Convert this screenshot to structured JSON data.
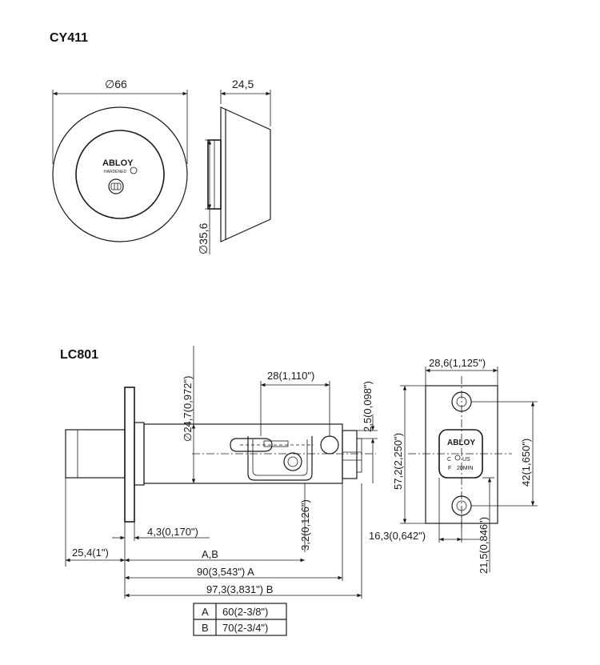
{
  "cy411": {
    "title": "CY411",
    "dim_diameter": "∅66",
    "dim_depth": "24,5",
    "dim_inner_diameter": "∅35,6",
    "logo": "ABLOY",
    "logo_sub": "HARDENED"
  },
  "lc801": {
    "title": "LC801",
    "dim_bolt_diameter": "∅24,7(0,972\")",
    "dim_bolt_top_width": "28(1,110\")",
    "dim_bolt_offset": "2,5(0,098\")",
    "dim_small": "3,2(0,126\")",
    "dim_faceplate_thick": "4,3(0,170\")",
    "dim_backset_edge": "25,4(1\")",
    "dim_ab": "A,B",
    "dim_90": "90(3,543\") A",
    "dim_97": "97,3(3,831\") B",
    "strike": {
      "width": "28,6(1,125\")",
      "height": "57,2(2,250\")",
      "hole_spacing": "42(1,650\")",
      "thickness": "16,3(0,642\")",
      "bottom": "21,5(0,846\")",
      "logo": "ABLOY",
      "mark_c": "C",
      "mark_us": "US",
      "mark_f": "F",
      "mark_min": "20MIN"
    },
    "table": [
      {
        "key": "A",
        "value": "60(2-3/8\")"
      },
      {
        "key": "B",
        "value": "70(2-3/4\")"
      }
    ]
  }
}
